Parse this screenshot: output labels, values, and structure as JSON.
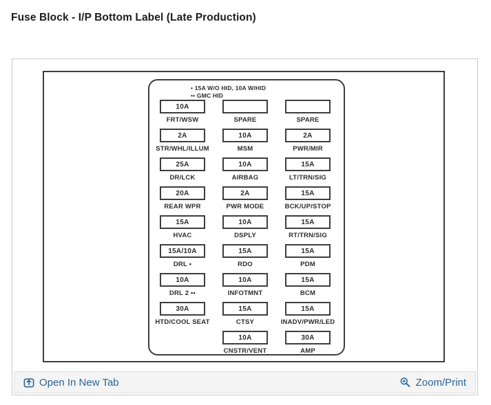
{
  "header": {
    "title": "Fuse Block - I/P Bottom Label (Late Production)"
  },
  "diagram": {
    "legend": [
      "• 15A W/O HID, 10A W/HID",
      "•• GMC HID"
    ],
    "rows": [
      [
        {
          "amp": "10A",
          "label": "FRT/WSW"
        },
        {
          "amp": "",
          "label": "SPARE"
        },
        {
          "amp": "",
          "label": "SPARE"
        }
      ],
      [
        {
          "amp": "2A",
          "label": "STR/WHL/ILLUM"
        },
        {
          "amp": "10A",
          "label": "MSM"
        },
        {
          "amp": "2A",
          "label": "PWR/MIR"
        }
      ],
      [
        {
          "amp": "25A",
          "label": "DR/LCK"
        },
        {
          "amp": "10A",
          "label": "AIRBAG"
        },
        {
          "amp": "15A",
          "label": "LT/TRN/SIG"
        }
      ],
      [
        {
          "amp": "20A",
          "label": "REAR WPR"
        },
        {
          "amp": "2A",
          "label": "PWR MODE"
        },
        {
          "amp": "15A",
          "label": "BCK/UP/STOP"
        }
      ],
      [
        {
          "amp": "15A",
          "label": "HVAC"
        },
        {
          "amp": "10A",
          "label": "DSPLY"
        },
        {
          "amp": "15A",
          "label": "RT/TRN/SIG"
        }
      ],
      [
        {
          "amp": "15A/10A",
          "label": "DRL •"
        },
        {
          "amp": "15A",
          "label": "RDO"
        },
        {
          "amp": "15A",
          "label": "PDM"
        }
      ],
      [
        {
          "amp": "10A",
          "label": "DRL 2 ••"
        },
        {
          "amp": "10A",
          "label": "INFOTMNT"
        },
        {
          "amp": "15A",
          "label": "BCM"
        }
      ],
      [
        {
          "amp": "30A",
          "label": "HTD/COOL SEAT"
        },
        {
          "amp": "15A",
          "label": "CTSY"
        },
        {
          "amp": "15A",
          "label": "INADV/PWR/LED"
        }
      ],
      [
        null,
        {
          "amp": "10A",
          "label": "CNSTR/VENT"
        },
        {
          "amp": "30A",
          "label": "AMP"
        }
      ]
    ]
  },
  "footer": {
    "open_in_new_tab": "Open In New Tab",
    "zoom_print": "Zoom/Print"
  },
  "colors": {
    "link_blue": "#2a6496",
    "diagram_ink": "#3d3d3d",
    "footer_background": "#f4f4f4",
    "card_border": "#c9c9c9"
  }
}
